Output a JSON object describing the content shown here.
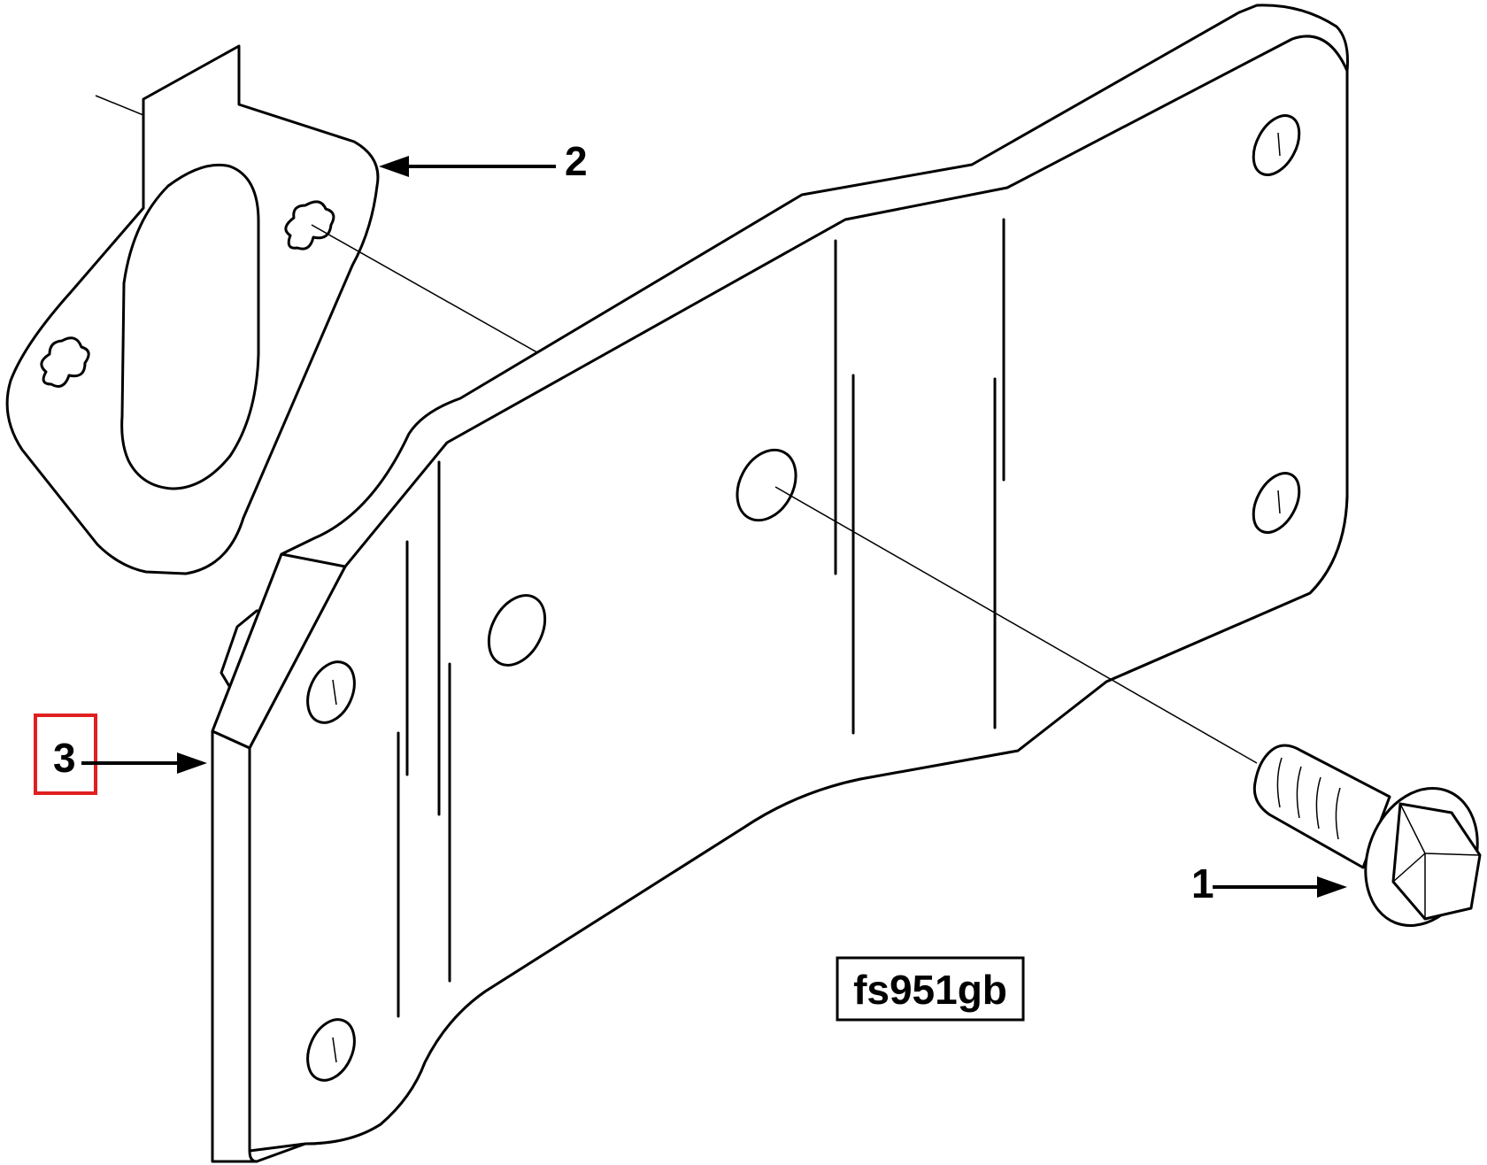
{
  "diagram": {
    "reference_code": "fs951gb",
    "callouts": [
      {
        "id": "callout-1",
        "label": "1"
      },
      {
        "id": "callout-2",
        "label": "2"
      },
      {
        "id": "callout-3",
        "label": "3"
      }
    ],
    "highlighted_callout": "3",
    "colors": {
      "line": "#000000",
      "background": "#ffffff",
      "highlight": "#e02020"
    }
  }
}
